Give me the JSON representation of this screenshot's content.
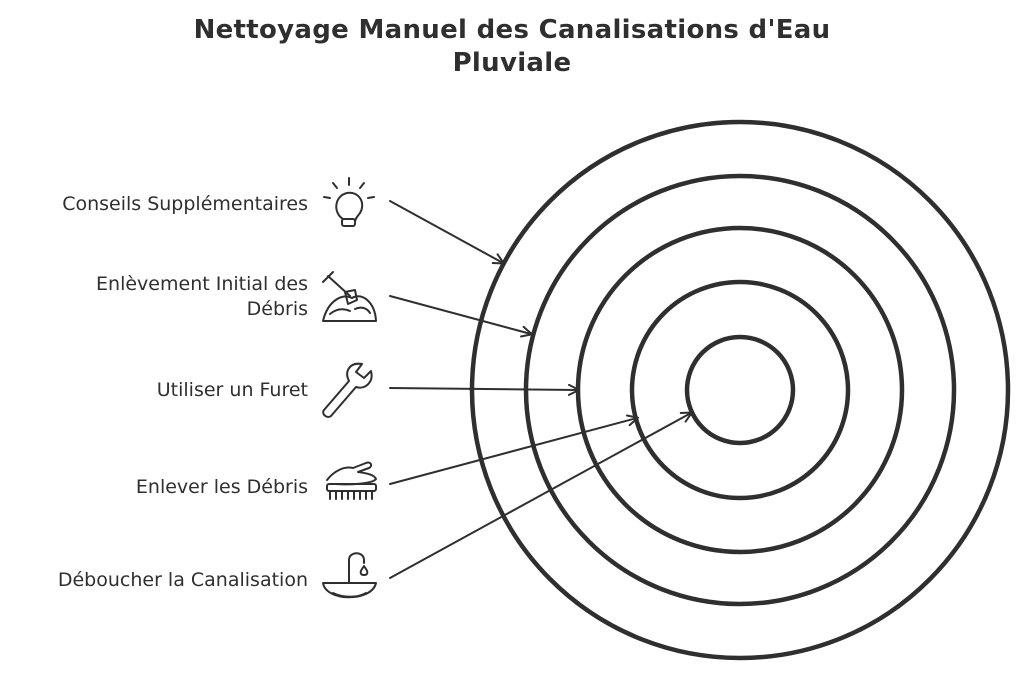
{
  "title": {
    "line1": "Nettoyage Manuel des Canalisations d'Eau",
    "line2": "Pluviale"
  },
  "rings": [
    {
      "label": "Conseils Supplémentaires",
      "icon": "lightbulb-icon"
    },
    {
      "label_line1": "Enlèvement Initial des",
      "label_line2": "Débris",
      "icon": "shovel-pile-icon"
    },
    {
      "label": "Utiliser un Furet",
      "icon": "wrench-icon"
    },
    {
      "label": "Enlever les Débris",
      "icon": "hand-brush-icon"
    },
    {
      "label": "Déboucher la Canalisation",
      "icon": "faucet-basin-icon"
    }
  ],
  "colors": {
    "stroke": "#2f2f2f",
    "background": "#ffffff"
  }
}
